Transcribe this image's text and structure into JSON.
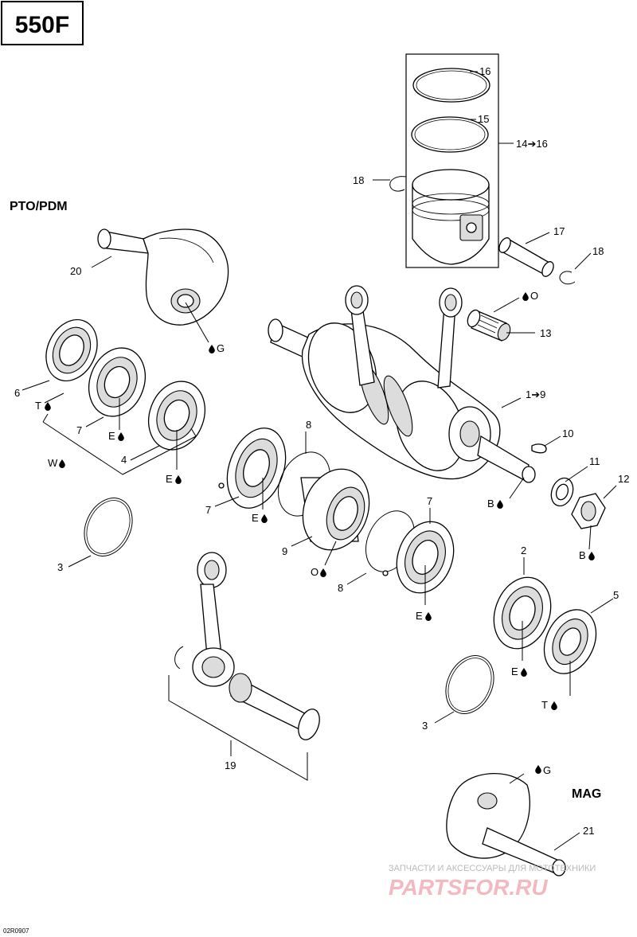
{
  "model_title": "550F",
  "sections": {
    "pto": "PTO/PDM",
    "mag": "MAG"
  },
  "drawing_code": "02R0907",
  "watermark": {
    "line1": "ЗАПЧАСТИ И АКСЕССУАРЫ ДЛЯ МОТОТЕХНИКИ",
    "line2": "PARTSFOR.RU"
  },
  "callouts": {
    "c16": "16",
    "c15": "15",
    "c14": "14➔16",
    "c18a": "18",
    "c17": "17",
    "c18b": "18",
    "c20": "20",
    "c13": "13",
    "c1": "1➔9",
    "c10": "10",
    "c11": "11",
    "c12": "12",
    "c6": "6",
    "c7a": "7",
    "c4": "4",
    "c8a": "8",
    "c7b": "7",
    "c9": "9",
    "c8b": "8",
    "c7c": "7",
    "c2": "2",
    "c5": "5",
    "c3a": "3",
    "c3b": "3",
    "c19": "19",
    "c21": "21"
  },
  "lubricant_marks": {
    "m_o_top": "O",
    "m_g_top": "G",
    "m_t_left": "T",
    "m_e1": "E",
    "m_w": "W",
    "m_e2": "E",
    "m_e3": "E",
    "m_o_mid": "O",
    "m_e4": "E",
    "m_b1": "B",
    "m_b2": "B",
    "m_e5": "E",
    "m_t_right": "T",
    "m_g_bottom": "G"
  },
  "icons": {
    "lubricant": "oil-drop-icon"
  }
}
